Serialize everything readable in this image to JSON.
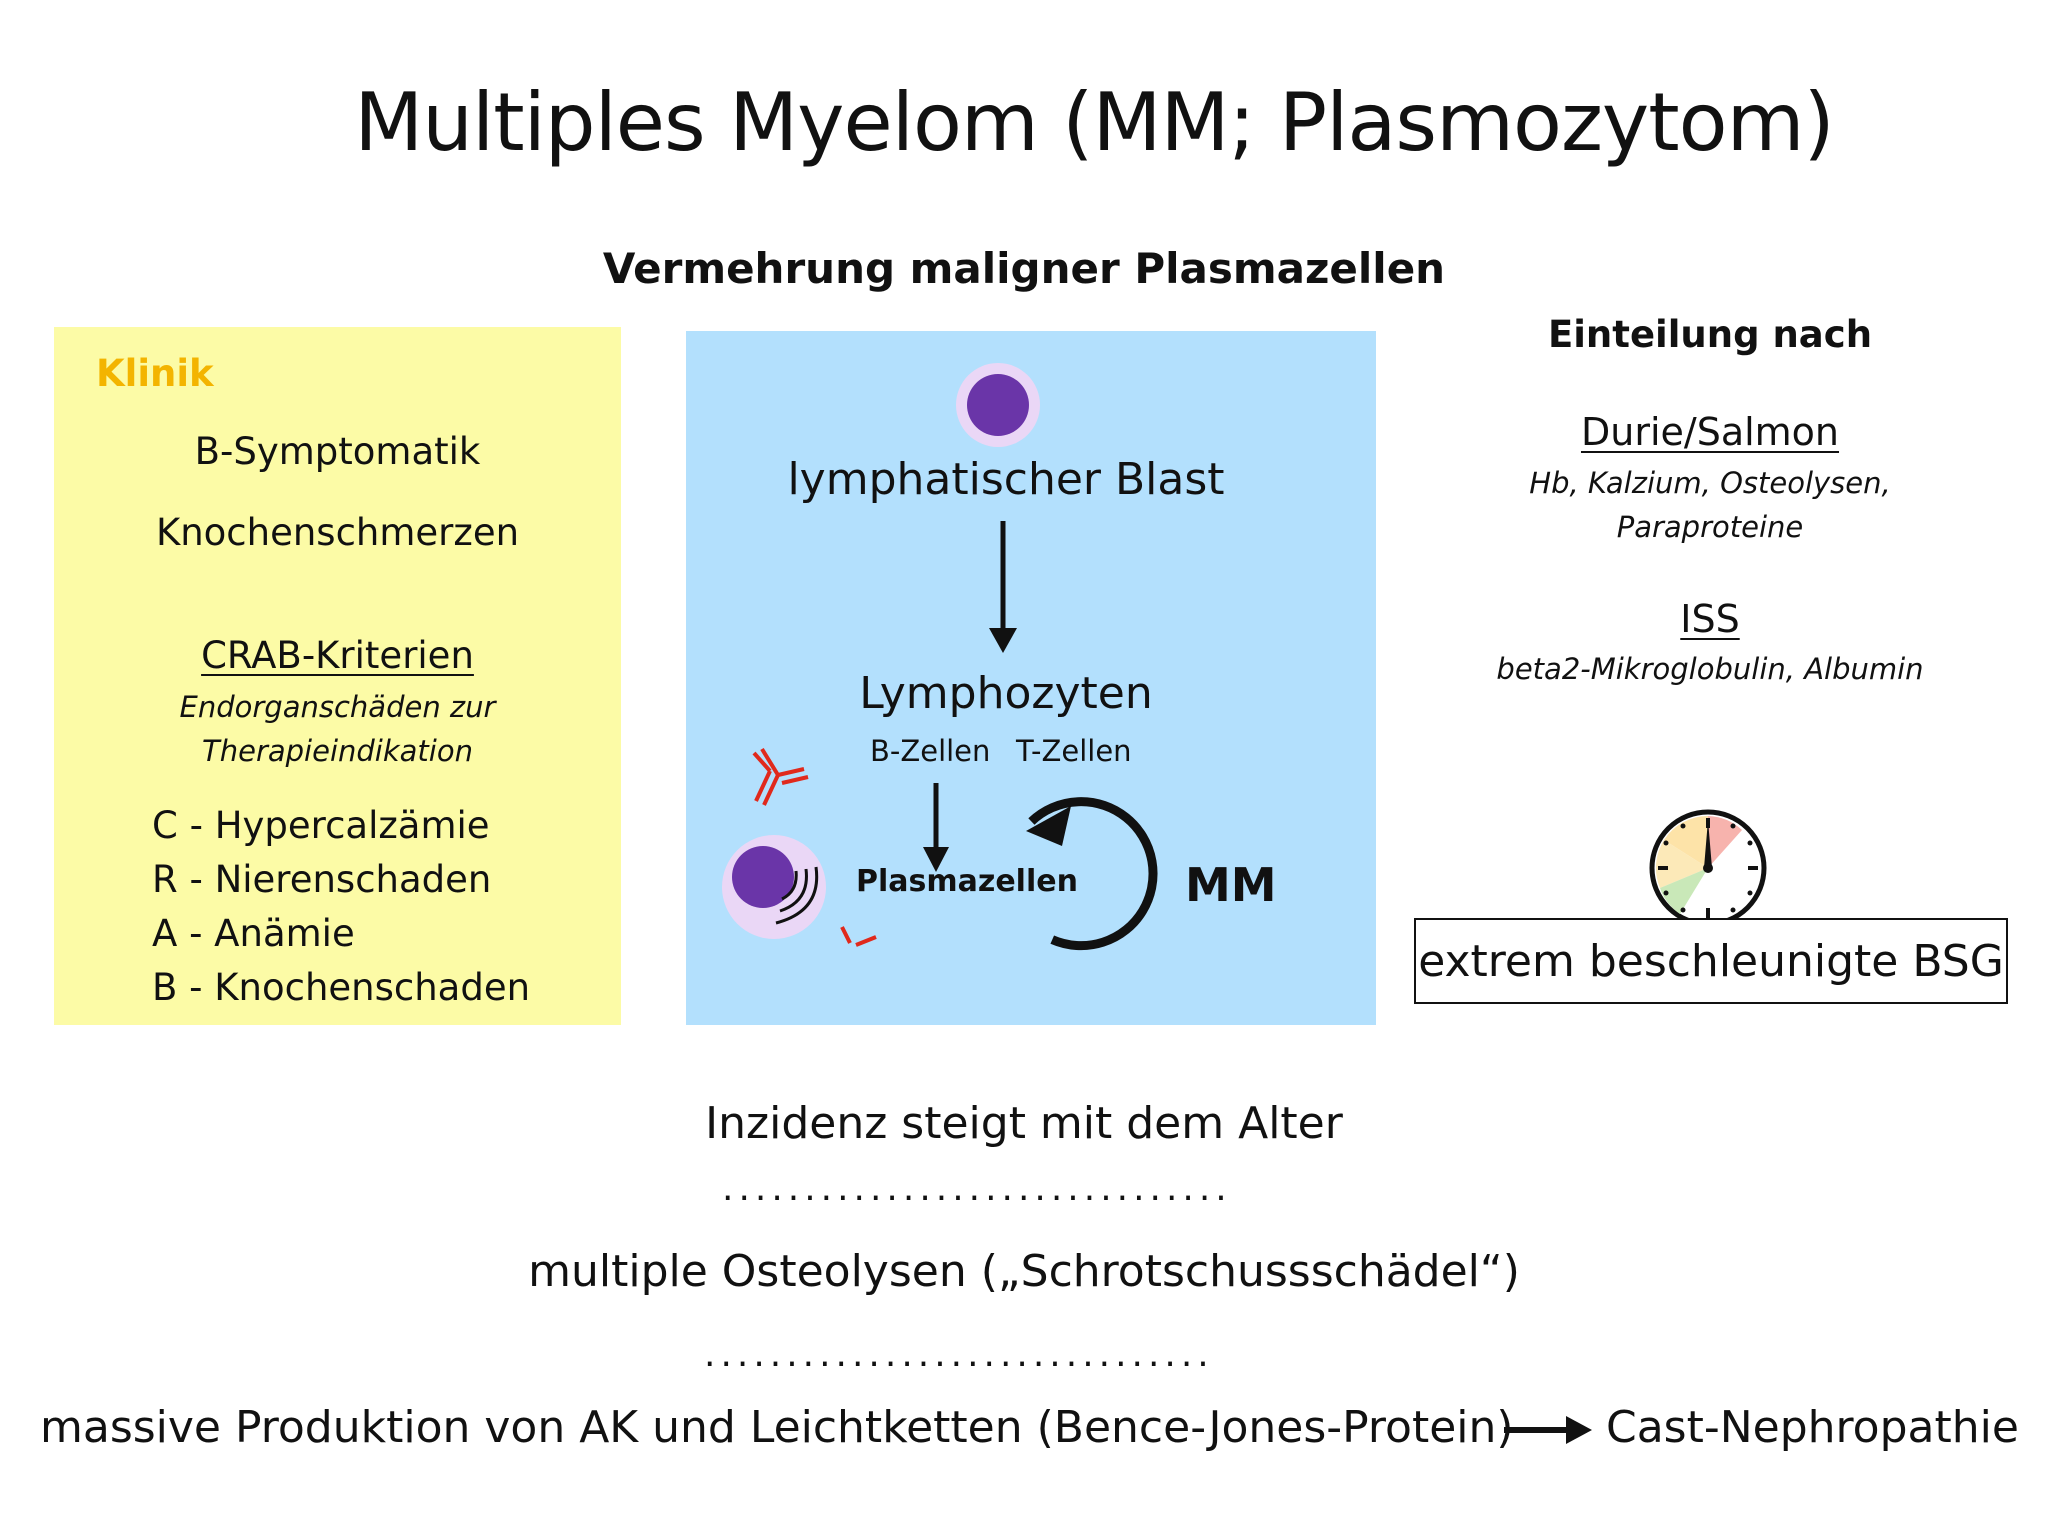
{
  "title": "Multiples Myelom (MM; Plasmozytom)",
  "subtitle": "Vermehrung maligner Plasmazellen",
  "klinik": {
    "heading": "Klinik",
    "items": [
      "B-Symptomatik",
      "Knochenschmerzen"
    ],
    "crab_title": "CRAB-Kriterien",
    "crab_note_1": "Endorganschäden zur",
    "crab_note_2": "Therapieindikation",
    "crab_items": [
      "C - Hypercalzämie",
      "R - Nierenschaden",
      "A - Anämie",
      "B - Knochenschaden"
    ]
  },
  "cell_diagram": {
    "blast": "lymphatischer Blast",
    "lymphocytes": "Lymphozyten",
    "b_cells": "B-Zellen",
    "t_cells": "T-Zellen",
    "plasma": "Plasmazellen",
    "mm": "MM"
  },
  "einteilung": {
    "heading": "Einteilung nach",
    "durie_title": "Durie/Salmon",
    "durie_note_1": "Hb, Kalzium, Osteolysen,",
    "durie_note_2": "Paraproteine",
    "iss_title": "ISS",
    "iss_note": "beta2-Mikroglobulin, Albumin",
    "bsg": "extrem beschleunigte BSG"
  },
  "bottom": {
    "incidence": "Inzidenz steigt mit dem Alter",
    "dots": "...............................",
    "osteolysen": "multiple Osteolysen („Schrotschussschädel“)",
    "produktion": "massive Produktion von AK und Leichtketten (Bence-Jones-Protein)",
    "nephro": "Cast-Nephropathie"
  },
  "colors": {
    "klinik_bg": "#fcfba6",
    "klinik_heading": "#f3b400",
    "diagram_bg": "#b3e0fd",
    "cell_nucleus": "#6a35a8",
    "cell_cytoplasm": "#ead7f6",
    "antibody": "#e0291c"
  }
}
